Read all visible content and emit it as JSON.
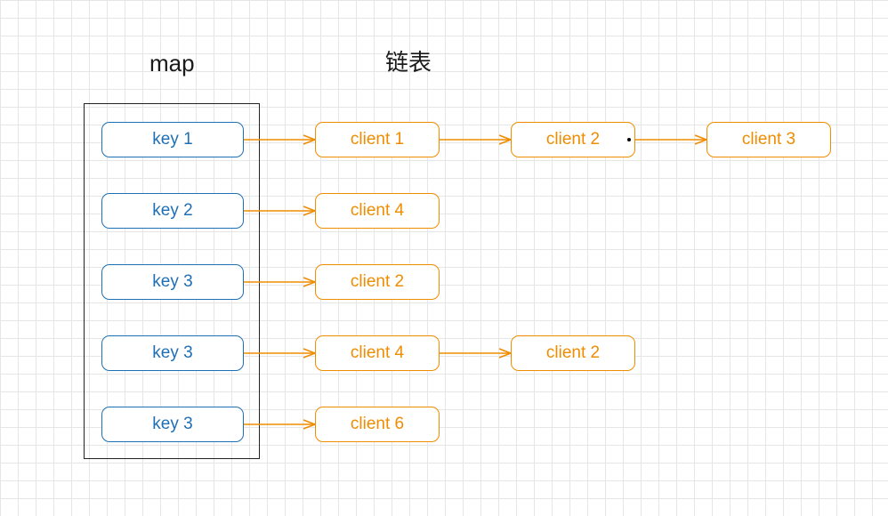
{
  "titles": {
    "map": "map",
    "list": "链表"
  },
  "colors": {
    "key": "#1f6fb5",
    "client": "#f08c00",
    "frame": "#222222",
    "grid": "#e6e6e6"
  },
  "rows": [
    {
      "key": "key 1",
      "clients": [
        "client 1",
        "client 2",
        "client 3"
      ]
    },
    {
      "key": "key 2",
      "clients": [
        "client 4"
      ]
    },
    {
      "key": "key 3",
      "clients": [
        "client 2"
      ]
    },
    {
      "key": "key 3",
      "clients": [
        "client 4",
        "client 2"
      ]
    },
    {
      "key": "key 3",
      "clients": [
        "client 6"
      ]
    }
  ]
}
